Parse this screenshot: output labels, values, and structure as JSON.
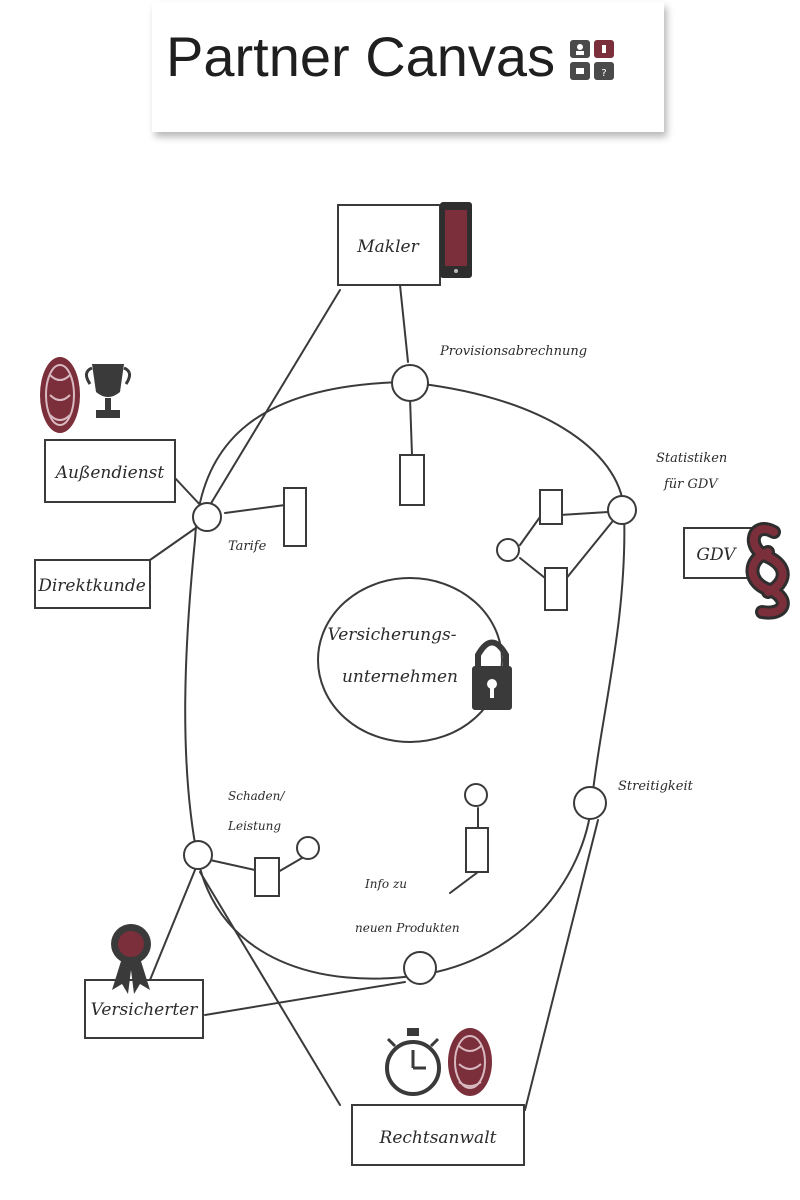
{
  "title": "Partner Canvas",
  "colors": {
    "accent": "#7a2f3b",
    "ink": "#3a3a3a",
    "grey_icon": "#4a4a4a"
  },
  "center": {
    "line1": "Versicherungs-",
    "line2": "unternehmen"
  },
  "partners": {
    "makler": "Makler",
    "aussendienst": "Außendienst",
    "direktkunde": "Direktkunde",
    "gdv": "GDV",
    "versicherter": "Versicherter",
    "rechtsanwalt": "Rechtsanwalt"
  },
  "flows": {
    "provision": "Provisionsabrechnung",
    "tarife": "Tarife",
    "statistiken_line1": "Statistiken",
    "statistiken_line2": "für GDV",
    "schaden_line1": "Schaden/",
    "schaden_line2": "Leistung",
    "streitigkeit": "Streitigkeit",
    "info_line1": "Info zu",
    "info_line2": "neuen Produkten"
  },
  "icons": [
    "people-grid-icon",
    "tablet-icon",
    "brain-icon",
    "trophy-icon",
    "paragraph-icon",
    "padlock-icon",
    "rosette-icon",
    "stopwatch-icon"
  ]
}
